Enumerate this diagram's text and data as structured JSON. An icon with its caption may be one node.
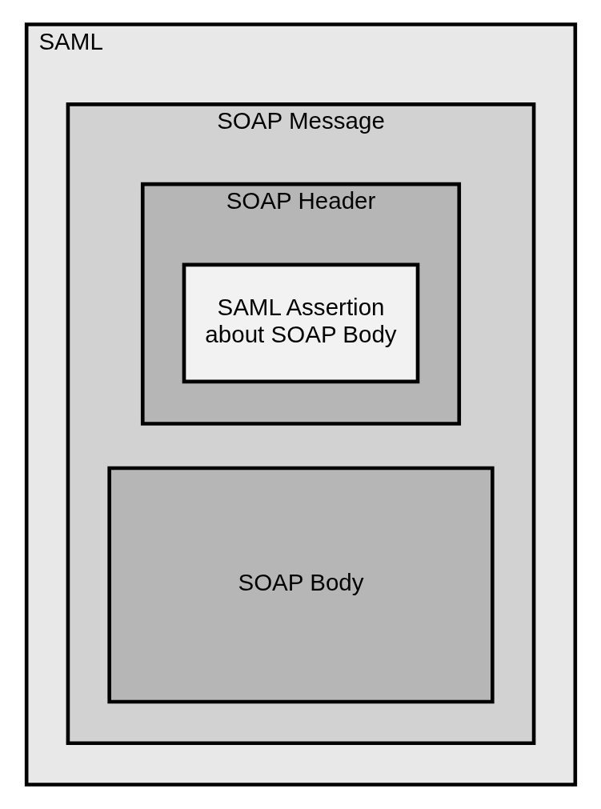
{
  "diagram": {
    "nodes": [
      {
        "text": [
          "SAML"
        ]
      },
      {
        "text": [
          "SOAP Message"
        ],
        "in": 0
      },
      {
        "text": [
          "SOAP Header"
        ],
        "in": 1
      },
      {
        "text": [
          "SAML Assertion about SOAP Body"
        ],
        "in": 2
      },
      {
        "text": [
          "SOAP Body"
        ],
        "in": 1
      }
    ]
  }
}
